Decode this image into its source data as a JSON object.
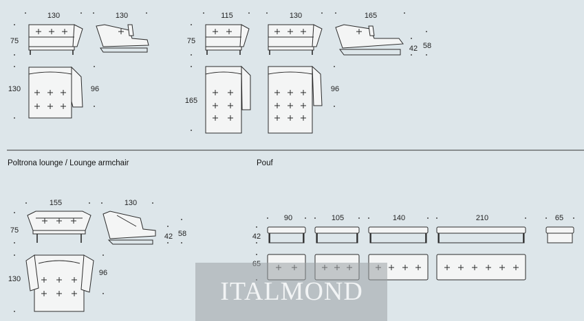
{
  "sections": {
    "lounge": "Poltrona lounge / Lounge armchair",
    "pouf": "Pouf"
  },
  "watermark": "ITALMOND",
  "dims": {
    "m1w": "130",
    "m1h": "75",
    "m1d": "130",
    "m1a": "96",
    "m2w": "130",
    "m3w": "115",
    "m3h": "75",
    "m3d": "165",
    "m4w": "130",
    "m4a": "96",
    "m5w": "165",
    "m5s": "42",
    "m5t": "58",
    "lw": "155",
    "lh": "75",
    "ld": "130",
    "la": "96",
    "l2w": "130",
    "l2s": "42",
    "l2t": "58",
    "ph": "42",
    "pd": "65",
    "p1": "90",
    "p2": "105",
    "p3": "140",
    "p4": "210",
    "p5": "65"
  }
}
